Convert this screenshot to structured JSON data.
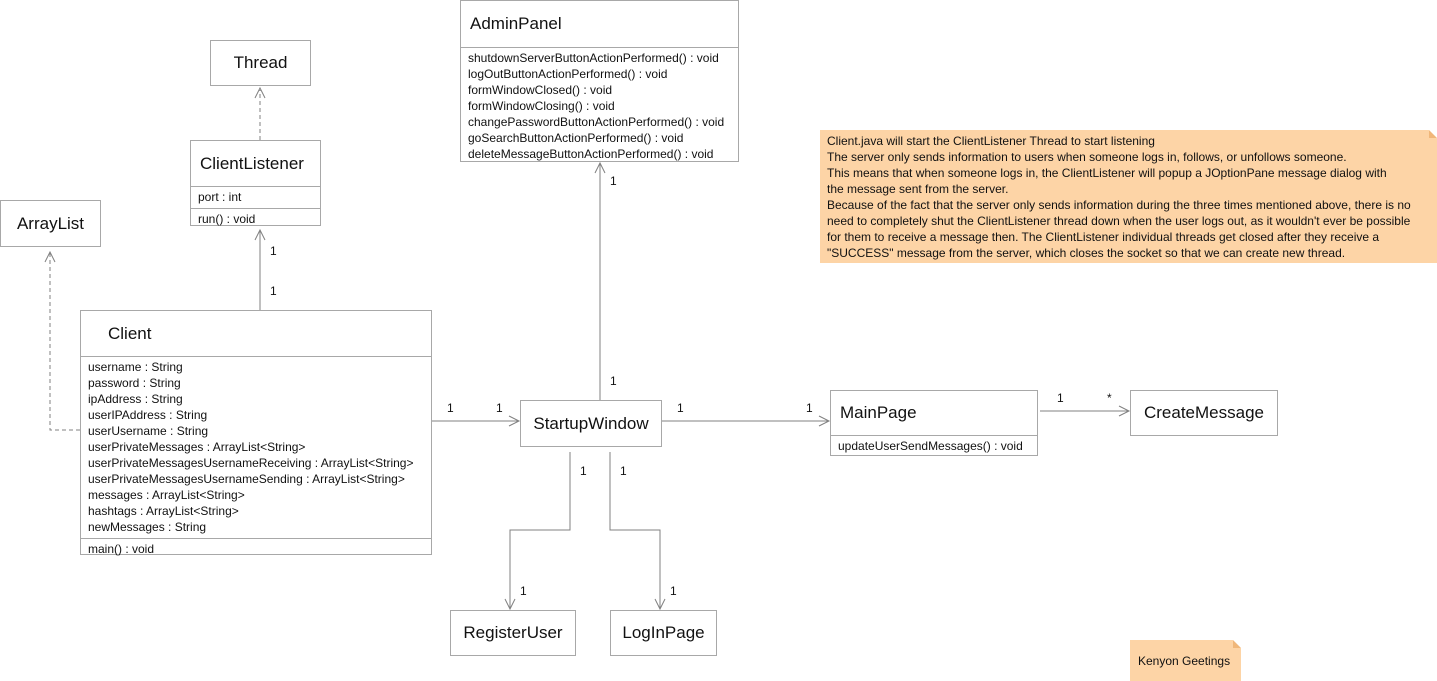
{
  "classes": {
    "admin_panel": {
      "name": "AdminPanel",
      "methods": [
        "shutdownServerButtonActionPerformed() : void",
        "logOutButtonActionPerformed() : void",
        "formWindowClosed() : void",
        "formWindowClosing() : void",
        "changePasswordButtonActionPerformed() : void",
        "goSearchButtonActionPerformed() : void",
        "deleteMessageButtonActionPerformed() : void"
      ]
    },
    "thread": {
      "name": "Thread"
    },
    "client_listener": {
      "name": "ClientListener",
      "attributes": [
        "port : int"
      ],
      "methods": [
        "run() : void"
      ]
    },
    "array_list": {
      "name": "ArrayList"
    },
    "client": {
      "name": "Client",
      "attributes": [
        "username : String",
        "password : String",
        "ipAddress : String",
        "userIPAddress : String",
        "userUsername : String",
        "userPrivateMessages : ArrayList<String>",
        "userPrivateMessagesUsernameReceiving : ArrayList<String>",
        "userPrivateMessagesUsernameSending : ArrayList<String>",
        "messages : ArrayList<String>",
        "hashtags : ArrayList<String>",
        "newMessages : String"
      ],
      "methods": [
        "main() : void"
      ]
    },
    "startup_window": {
      "name": "StartupWindow"
    },
    "main_page": {
      "name": "MainPage",
      "methods": [
        "updateUserSendMessages() : void"
      ]
    },
    "create_message": {
      "name": "CreateMessage"
    },
    "register_user": {
      "name": "RegisterUser"
    },
    "login_page": {
      "name": "LogInPage"
    }
  },
  "multiplicities": {
    "listener_top": "1",
    "listener_bottom": "1",
    "admin_bottom": "1",
    "startup_top": "1",
    "client_right": "1",
    "startup_left": "1",
    "startup_right": "1",
    "mainpage_left": "1",
    "mainpage_right": "1",
    "createmessage_left": "*",
    "startup_bottom_left": "1",
    "startup_bottom_right": "1",
    "register_top": "1",
    "login_top": "1"
  },
  "notes": {
    "description": [
      "Client.java will start the ClientListener Thread to start listening",
      "The server only sends information to users when someone logs in, follows, or unfollows someone.",
      "This means that when someone logs in, the ClientListener will popup a JOptionPane message dialog with",
      "the message sent from the server.",
      "Because of the fact that the server only sends information during the three times mentioned above, there is no",
      "need to completely shut the ClientListener thread down when the user logs out, as it wouldn't ever be possible",
      "for them to receive a message then. The ClientListener individual threads get closed after they receive a",
      "\"SUCCESS\" message from the server, which closes the socket so that we can create new thread."
    ],
    "author": "Kenyon Geetings"
  },
  "colors": {
    "line": "#808080",
    "box_border": "#a8a8a8",
    "note_fill": "#fdd4a6"
  }
}
